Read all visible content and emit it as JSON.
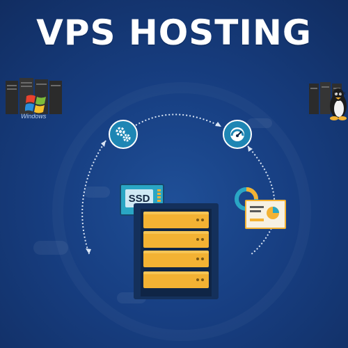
{
  "title": "VPS HOSTING",
  "windows_label": "Windows",
  "linux_label": "LINUX",
  "ssd_label": "SSD",
  "icons": {
    "gear": "settings-icon",
    "speed": "speedometer-icon",
    "dashboard": "analytics-icon"
  },
  "colors": {
    "background": "#173e81",
    "accent": "#f3b233",
    "icon_circle": "#1e86b4"
  }
}
